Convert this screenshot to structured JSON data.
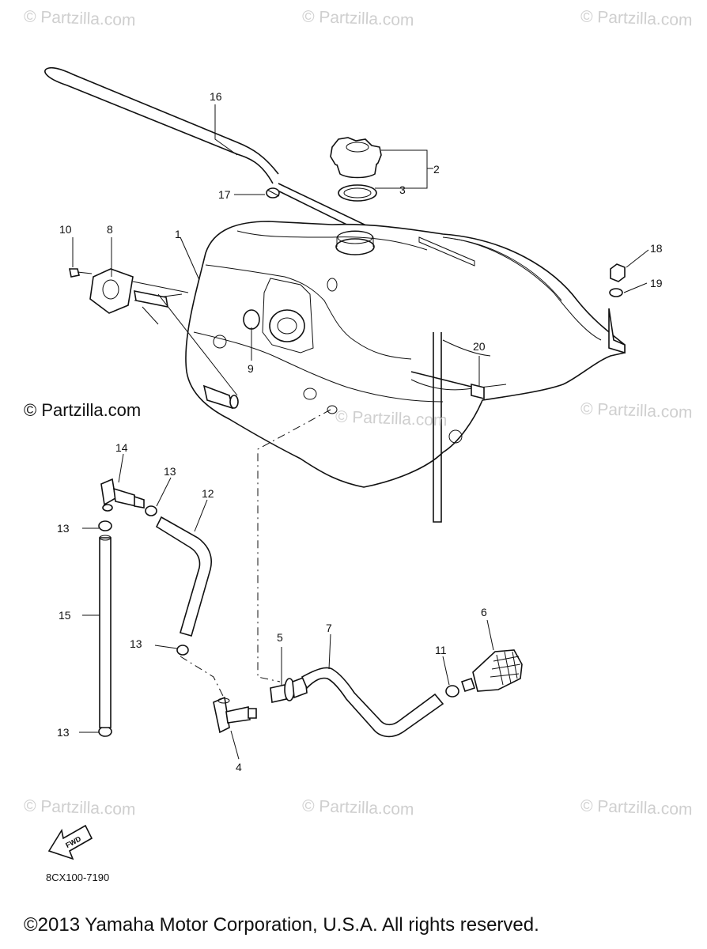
{
  "watermarks": {
    "text": "© Partzilla.com"
  },
  "callouts": {
    "c1": "1",
    "c2": "2",
    "c3": "3",
    "c4": "4",
    "c5": "5",
    "c6": "6",
    "c7": "7",
    "c8": "8",
    "c9": "9",
    "c10": "10",
    "c11": "11",
    "c12": "12",
    "c13a": "13",
    "c13b": "13",
    "c13c": "13",
    "c13d": "13",
    "c14": "14",
    "c15": "15",
    "c16": "16",
    "c17": "17",
    "c18": "18",
    "c19": "19",
    "c20": "20"
  },
  "fwd_arrow": {
    "label": "FWD"
  },
  "diagram_code": "8CX100-7190",
  "copyright": "©2013 Yamaha Motor Corporation, U.S.A. All rights reserved."
}
